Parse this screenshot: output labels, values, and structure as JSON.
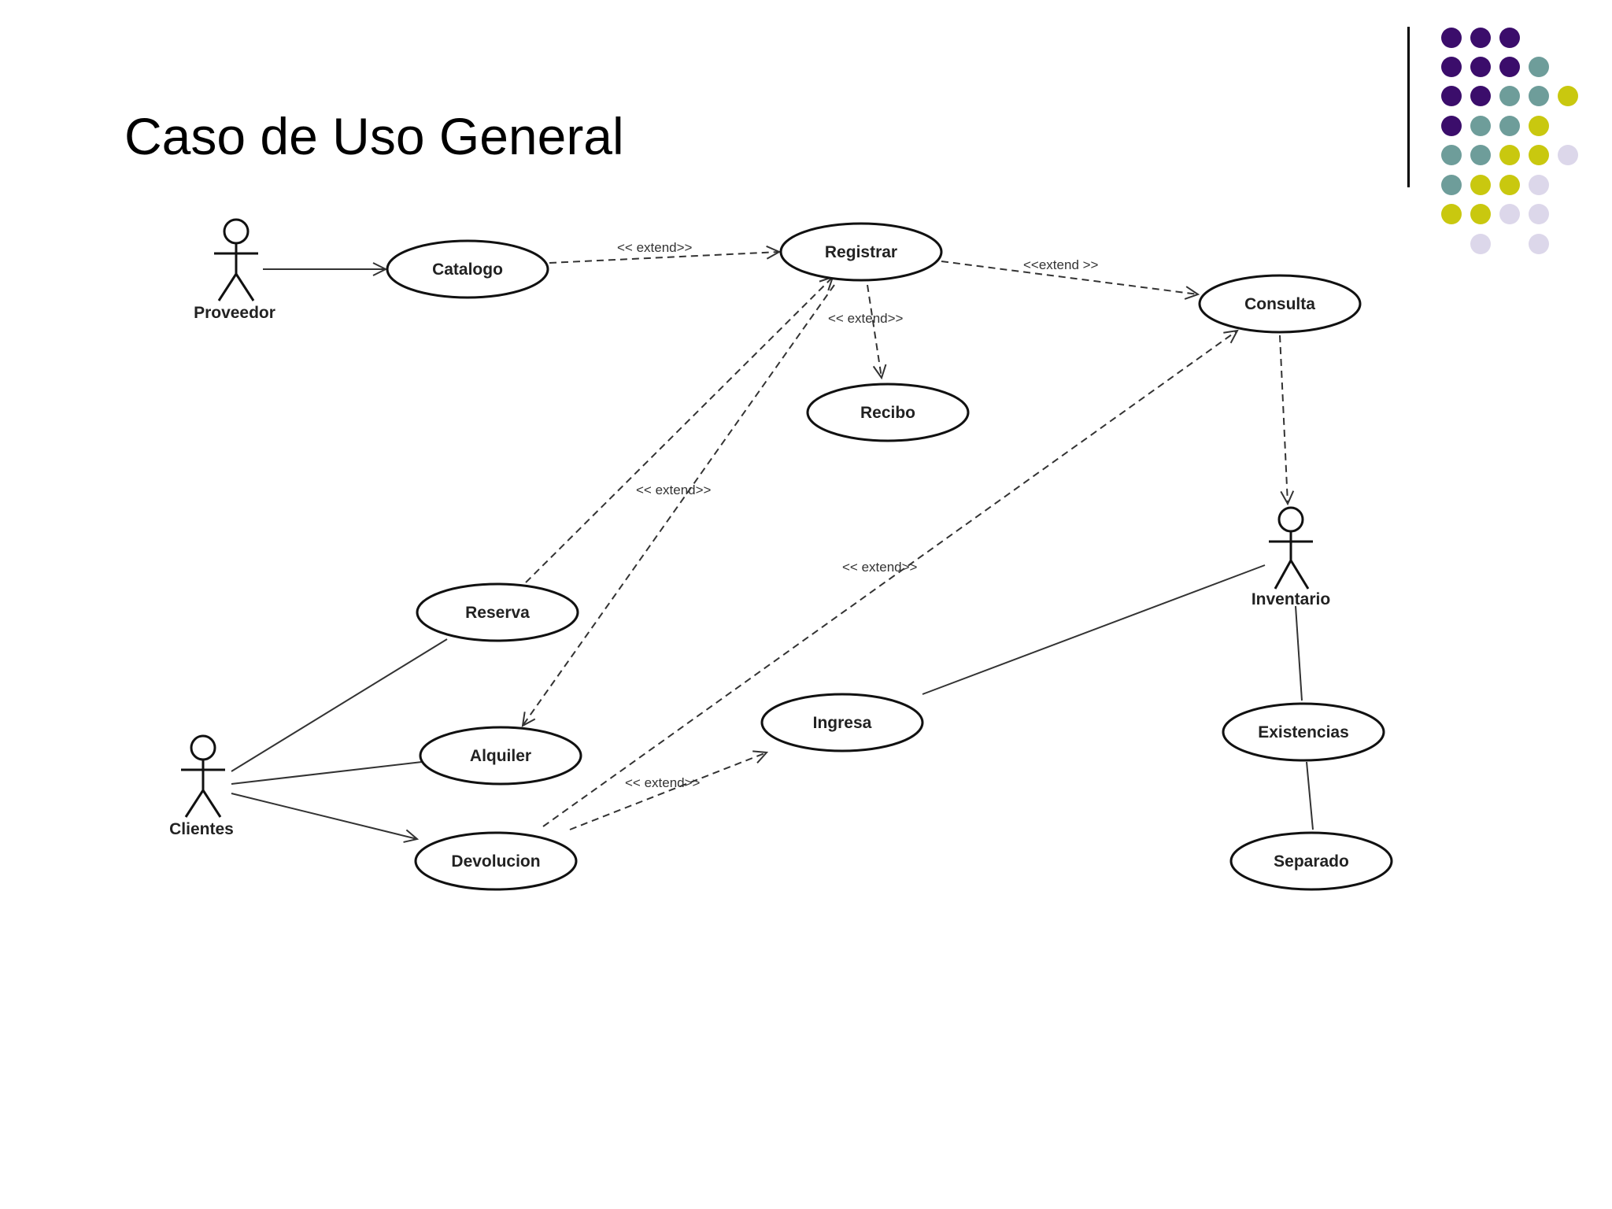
{
  "title": "Caso de Uso General",
  "decoration": {
    "colors": {
      "purple": "#3b0d6b",
      "teal": "#6e9d9a",
      "olive": "#c9c80f",
      "lavender": "#dcd7ea"
    }
  },
  "actors": {
    "proveedor": "Proveedor",
    "clientes": "Clientes",
    "inventario": "Inventario"
  },
  "use_cases": {
    "catalogo": "Catalogo",
    "registrar": "Registrar",
    "consulta": "Consulta",
    "recibo": "Recibo",
    "reserva": "Reserva",
    "alquiler": "Alquiler",
    "devolucion": "Devolucion",
    "ingresa": "Ingresa",
    "existencias": "Existencias",
    "separado": "Separado"
  },
  "relations": {
    "catalogo_registrar": "<< extend>>",
    "registrar_consulta": "<<extend >>",
    "registrar_recibo": "<< extend>>",
    "registrar_alquiler": "<< extend>>",
    "devolucion_consulta": "<< extend>>",
    "devolucion_ingresa": "<< extend>>"
  }
}
